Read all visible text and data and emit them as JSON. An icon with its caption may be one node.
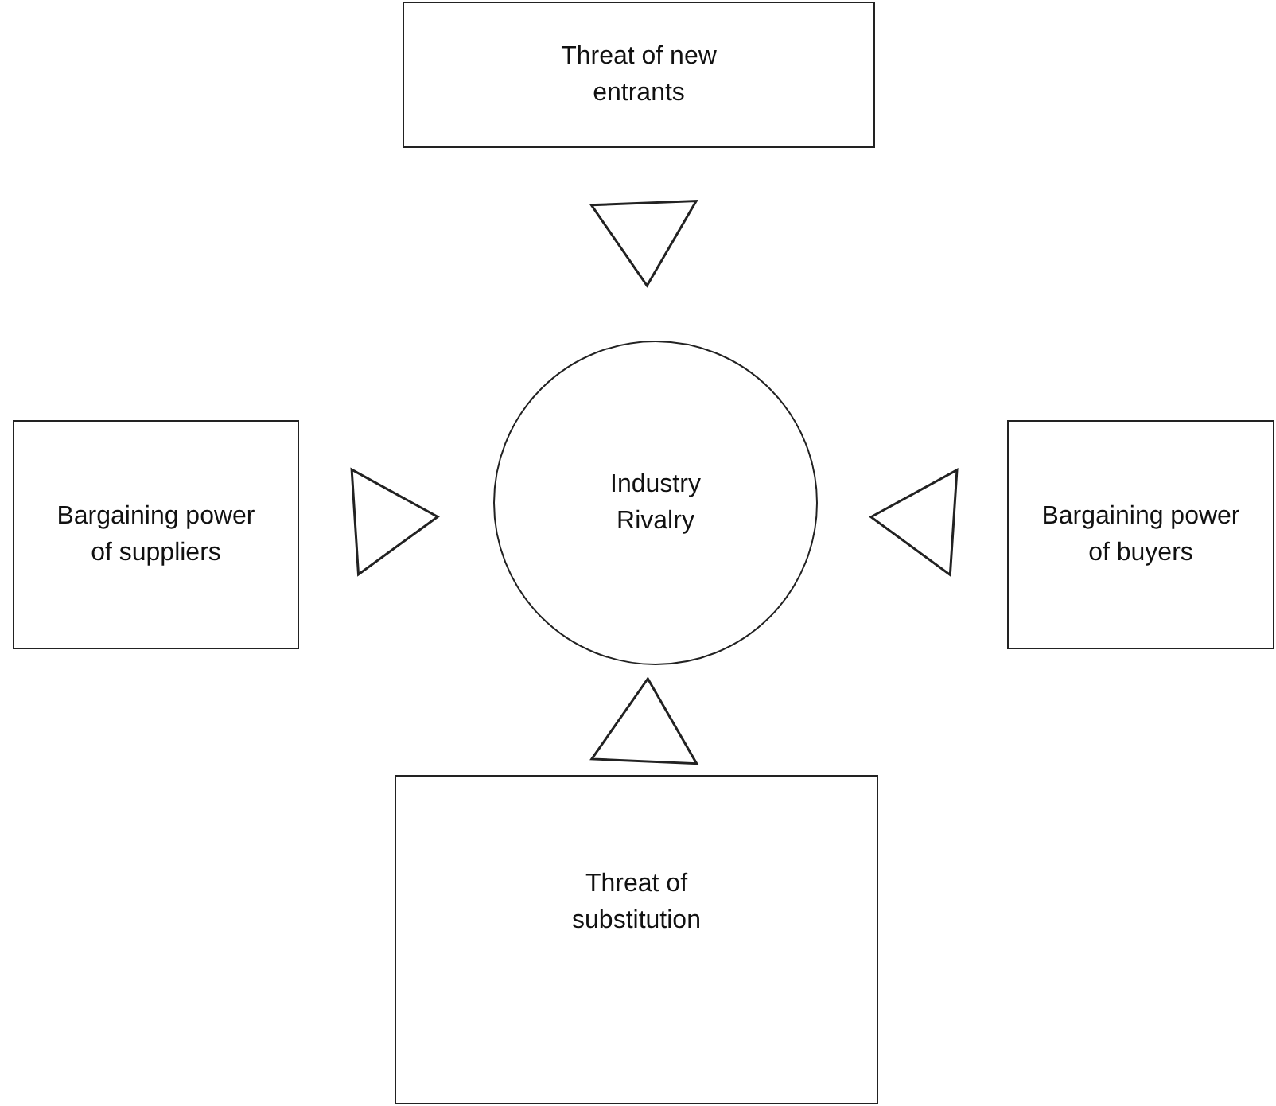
{
  "diagram": {
    "nodes": [
      {
        "text": [
          "Threat of new entrants"
        ]
      },
      {
        "text": [
          "Bargaining power of suppliers"
        ]
      },
      {
        "text": [
          "Industry Rivalry"
        ]
      },
      {
        "text": [
          "Bargaining power of buyers"
        ]
      },
      {
        "text": [
          "Threat of substitution"
        ]
      }
    ],
    "edges": [
      {
        "from": 0,
        "to": 2,
        "arrow": "to"
      },
      {
        "from": 1,
        "to": 2,
        "arrow": "to"
      },
      {
        "from": 3,
        "to": 2,
        "arrow": "to"
      },
      {
        "from": 4,
        "to": 2,
        "arrow": "to"
      }
    ]
  }
}
